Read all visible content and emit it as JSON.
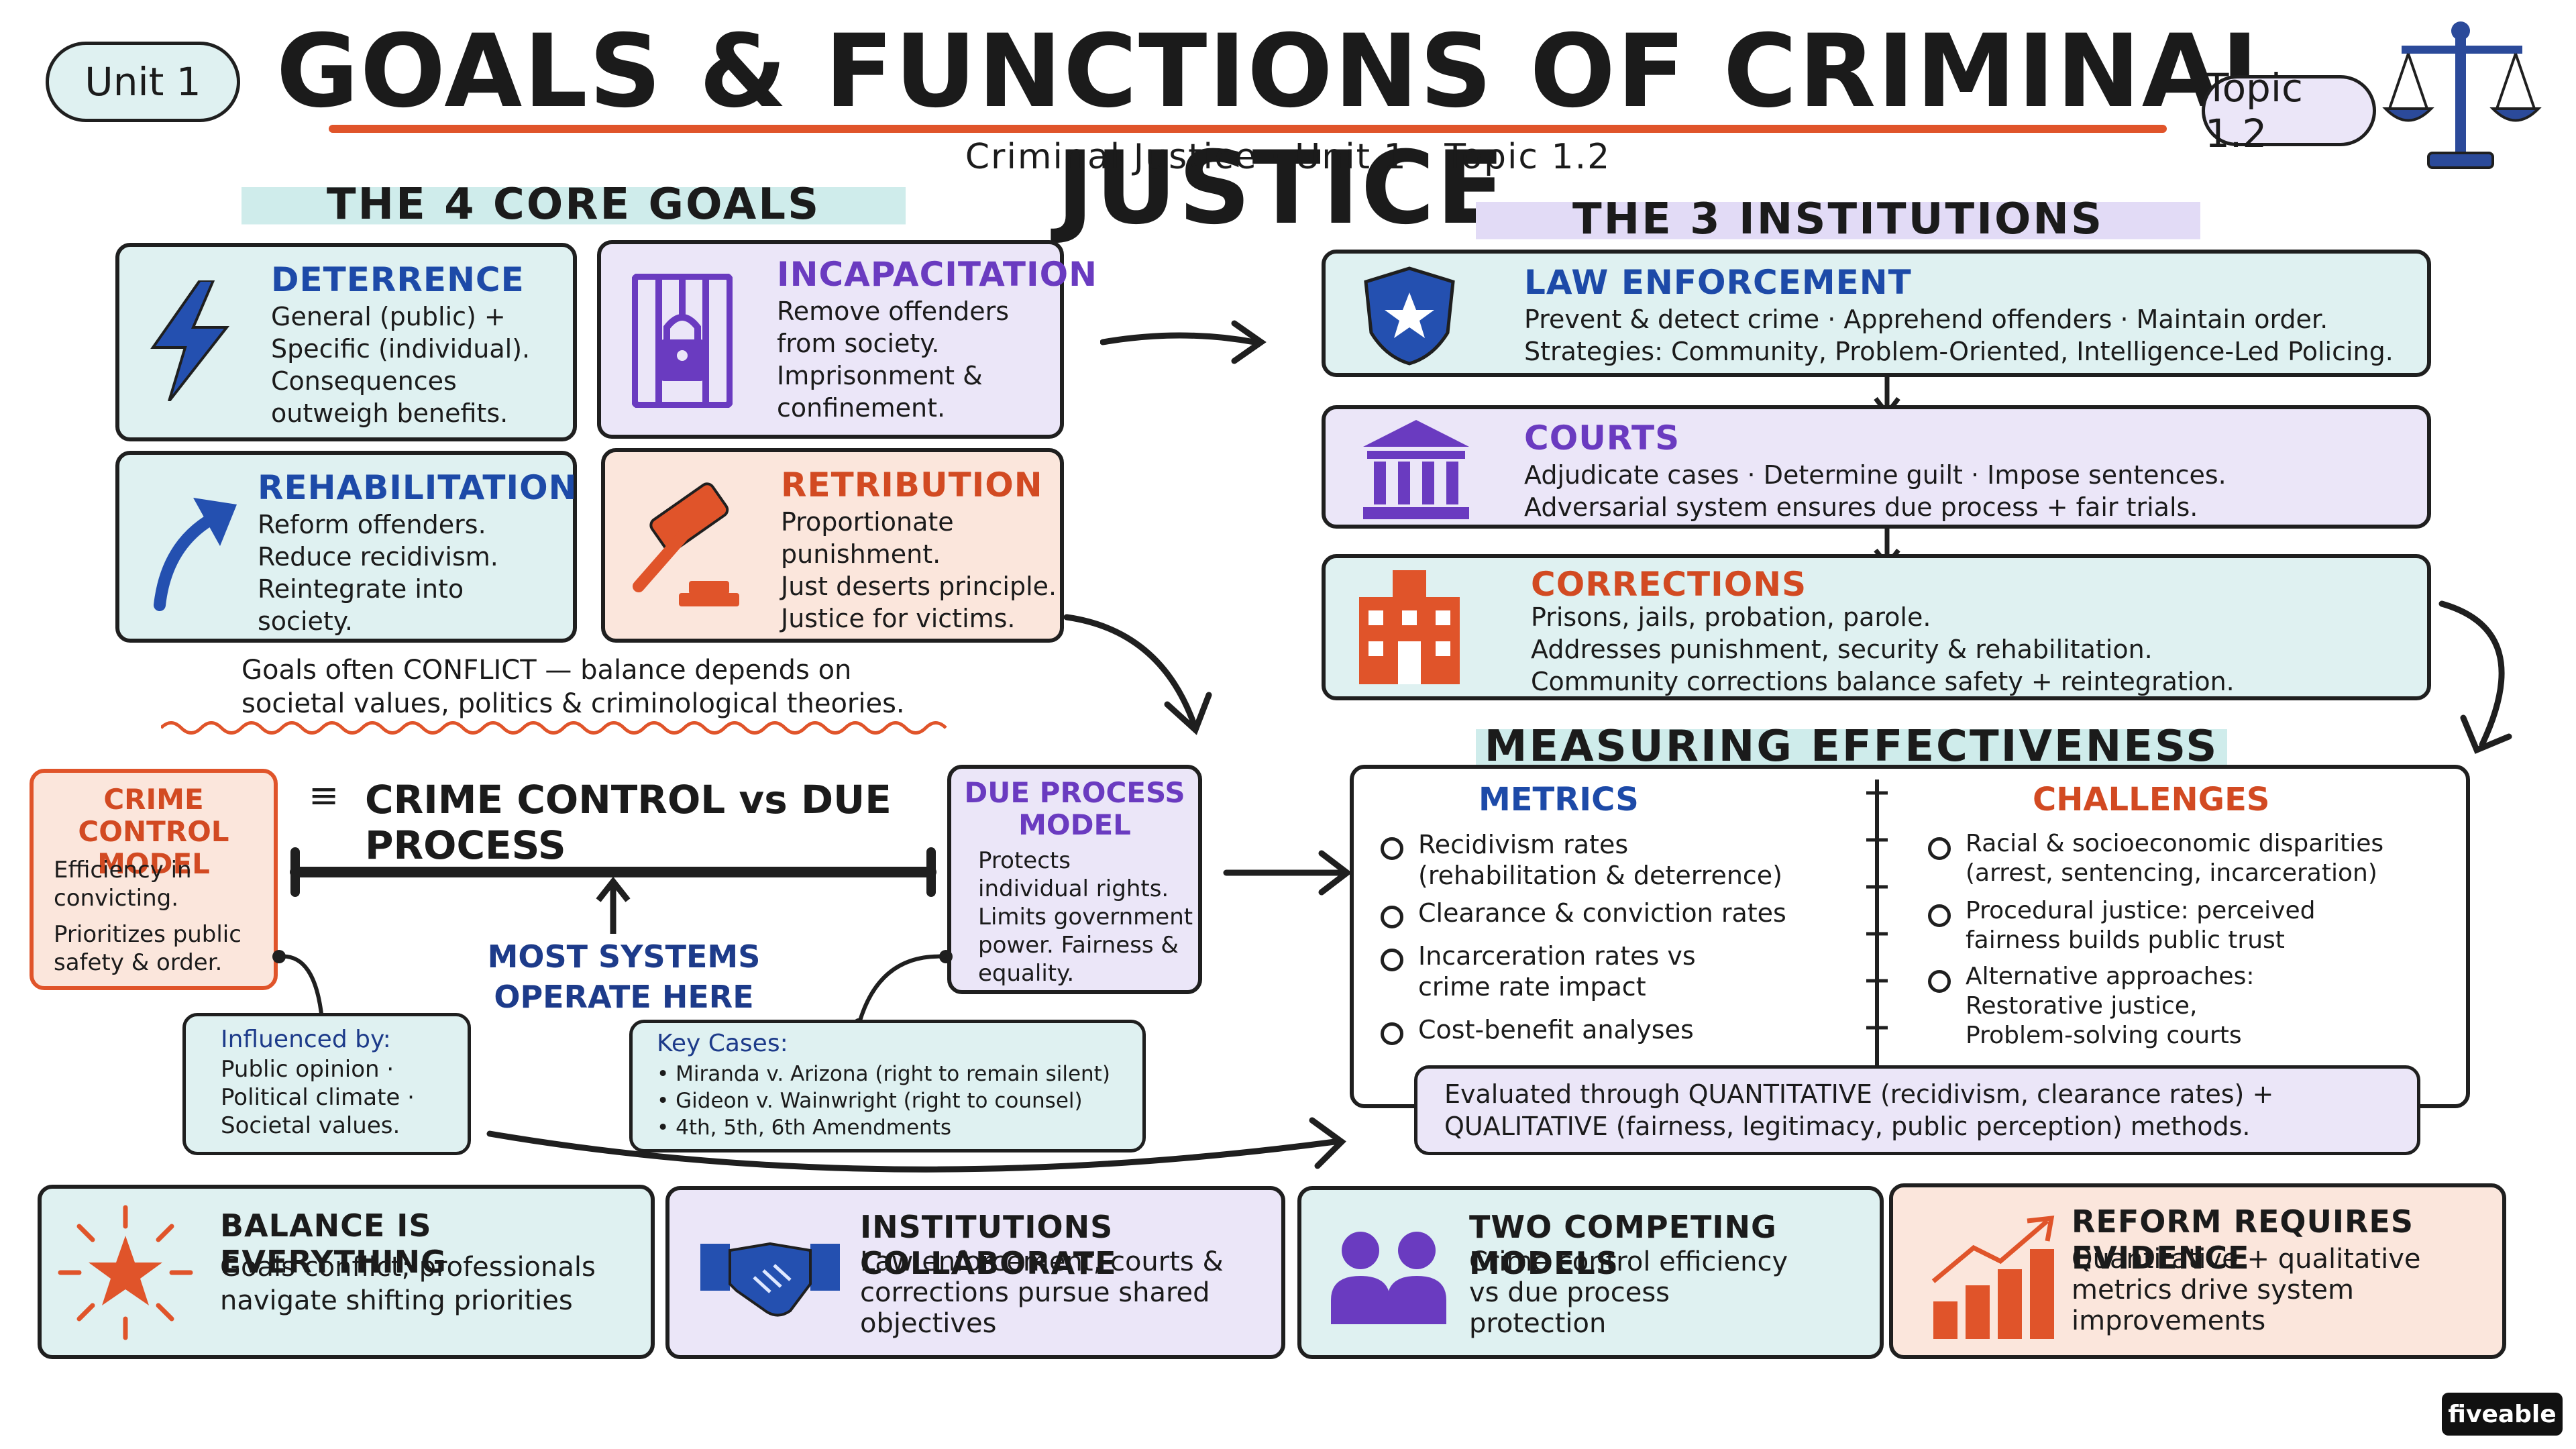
{
  "header": {
    "unit_badge": "Unit 1",
    "title": "GOALS & FUNCTIONS OF CRIMINAL JUSTICE",
    "subtitle": "Criminal Justice · Unit 1 · Topic 1.2",
    "topic_badge": "Topic 1.2"
  },
  "goals": {
    "heading": "THE 4 CORE GOALS",
    "cards": [
      {
        "title": "DETERRENCE",
        "text": "General (public) +\nSpecific (individual).\nConsequences\noutweigh benefits.",
        "icon": "lightning-icon"
      },
      {
        "title": "INCAPACITATION",
        "text": "Remove offenders\nfrom society.\nImprisonment &\nconfinement.",
        "icon": "jail-lock-icon"
      },
      {
        "title": "REHABILITATION",
        "text": "Reform offenders.\nReduce recidivism.\nReintegrate into\nsociety.",
        "icon": "up-arrow-icon"
      },
      {
        "title": "RETRIBUTION",
        "text": "Proportionate\npunishment.\nJust deserts principle.\nJustice for victims.",
        "icon": "gavel-icon"
      }
    ],
    "conflict_note": "Goals often CONFLICT — balance depends on\nsocietal values, politics & criminological theories."
  },
  "institutions": {
    "heading": "THE 3 INSTITUTIONS",
    "items": [
      {
        "title": "LAW ENFORCEMENT",
        "text": "Prevent & detect crime · Apprehend offenders · Maintain order.\nStrategies: Community, Problem-Oriented, Intelligence-Led Policing.",
        "icon": "police-badge-icon"
      },
      {
        "title": "COURTS",
        "text": "Adjudicate cases · Determine guilt · Impose sentences.\nAdversarial system ensures due process + fair trials.",
        "icon": "courthouse-icon"
      },
      {
        "title": "CORRECTIONS",
        "text": "Prisons, jails, probation, parole.\nAddresses punishment, security & rehabilitation.\nCommunity corrections balance safety + reintegration.",
        "icon": "prison-building-icon"
      }
    ]
  },
  "models": {
    "crime_control_title": "CRIME CONTROL\nMODEL",
    "crime_control_text_1": "Efficiency in\nconvicting.",
    "crime_control_text_2": "Prioritizes public\nsafety & order.",
    "versus_heading": "CRIME CONTROL vs DUE PROCESS",
    "due_process_title": "DUE PROCESS\nMODEL",
    "due_process_text": "Protects\nindividual rights.\nLimits government\npower. Fairness &\nequality.",
    "most_systems": "MOST SYSTEMS\nOPERATE HERE",
    "influenced_title": "Influenced by:",
    "influenced_text": "Public opinion ·\nPolitical climate ·\nSocietal values.",
    "key_cases_title": "Key Cases:",
    "key_cases": [
      "Miranda v. Arizona (right to remain silent)",
      "Gideon v. Wainwright (right to counsel)",
      "4th, 5th, 6th Amendments"
    ]
  },
  "measuring": {
    "heading": "MEASURING EFFECTIVENESS",
    "metrics_title": "METRICS",
    "metrics": [
      "Recidivism rates\n(rehabilitation & deterrence)",
      "Clearance & conviction rates",
      "Incarceration rates vs\ncrime rate impact",
      "Cost-benefit analyses"
    ],
    "challenges_title": "CHALLENGES",
    "challenges": [
      "Racial & socioeconomic disparities\n(arrest, sentencing, incarceration)",
      "Procedural justice: perceived\nfairness builds public trust",
      "Alternative approaches:\nRestorative justice,\nProblem-solving courts"
    ],
    "evaluated": "Evaluated through QUANTITATIVE (recidivism, clearance rates) +\nQUALITATIVE (fairness, legitimacy, public perception) methods."
  },
  "takeaways": [
    {
      "title": "BALANCE IS EVERYTHING",
      "text": "Goals conflict; professionals\nnavigate shifting priorities",
      "icon": "star-burst-icon"
    },
    {
      "title": "INSTITUTIONS COLLABORATE",
      "text": "Law enforcement, courts &\ncorrections pursue shared\nobjectives",
      "icon": "handshake-icon"
    },
    {
      "title": "TWO COMPETING MODELS",
      "text": "Crime control efficiency\nvs due process\nprotection",
      "icon": "two-people-icon"
    },
    {
      "title": "REFORM REQUIRES EVIDENCE",
      "text": "Quantitative + qualitative\nmetrics drive system\nimprovements",
      "icon": "bar-chart-growth-icon"
    }
  ],
  "brand": "fiveable",
  "colors": {
    "teal": "#dff1f1",
    "lavender": "#ebe6f8",
    "peach": "#fbe6dc",
    "blue": "#1d4aa8",
    "purple": "#6a3bc0",
    "red": "#d24a22"
  }
}
